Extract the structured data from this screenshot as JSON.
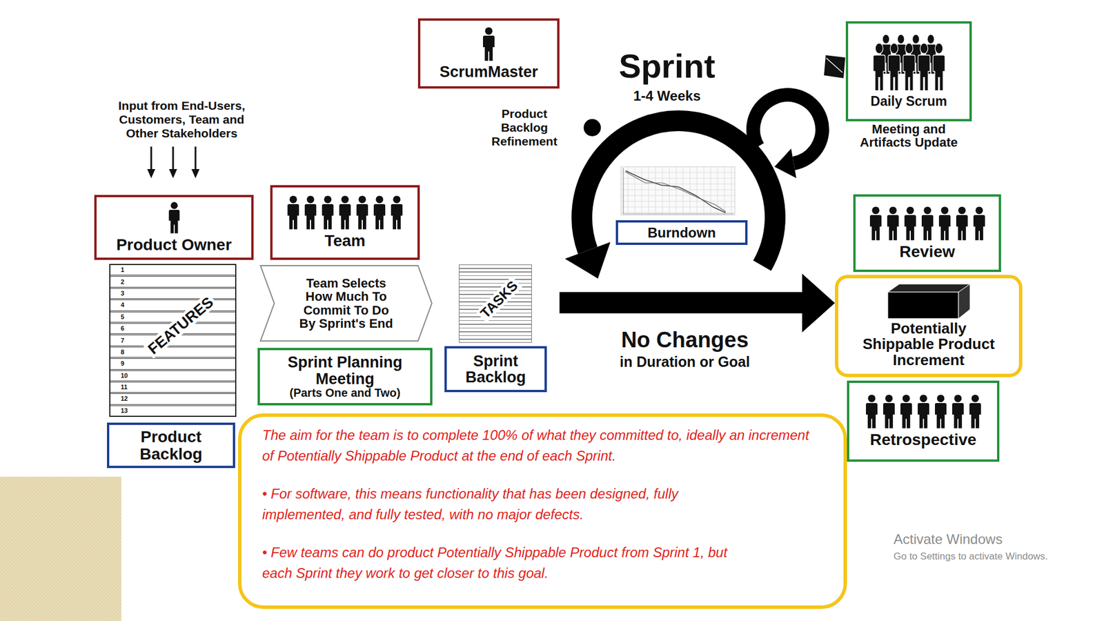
{
  "diagram": {
    "nodes": [
      {
        "text": [
          "Product Owner"
        ]
      },
      {
        "text": [
          "FEATURES",
          "1",
          "2",
          "3",
          "4",
          "5",
          "6",
          "7",
          "8",
          "9",
          "10",
          "11",
          "12",
          "13"
        ]
      },
      {
        "text": [
          "Product Backlog"
        ]
      },
      {
        "text": [
          "Team"
        ]
      },
      {
        "text": [
          "Team Selects How Much To Commit To Do By Sprint's End"
        ]
      },
      {
        "text": [
          "Sprint Planning Meeting",
          "(Parts One and Two)"
        ]
      },
      {
        "text": [
          "TASKS"
        ]
      },
      {
        "text": [
          "Sprint Backlog"
        ]
      },
      {
        "text": [
          "ScrumMaster"
        ]
      },
      {
        "text": [
          "Burndown"
        ]
      },
      {
        "text": [
          "Daily Scrum",
          "Meeting and Artifacts Update"
        ]
      },
      {
        "text": [
          "Review"
        ]
      },
      {
        "text": [
          "Potentially Shippable Product Increment"
        ]
      },
      {
        "text": [
          "Retrospective"
        ]
      },
      {
        "text": [
          "The aim for the team is to complete 100% of what they committed to, ideally an increment of Potentially Shippable Product at the end of each Sprint.",
          "• For software, this means functionality that has been designed, fully implemented, and fully tested, with no major defects.",
          "• Few teams can do product Potentially Shippable Product from Sprint 1, but each Sprint they work to get closer to this goal."
        ]
      }
    ],
    "labels": [
      "Input from End-Users, Customers, Team and Other Stakeholders",
      "Product Backlog Refinement",
      "Sprint",
      "1-4 Weeks",
      "No Changes",
      "in Duration or Goal",
      "Activate Windows",
      "Go to Settings to activate Windows."
    ]
  }
}
